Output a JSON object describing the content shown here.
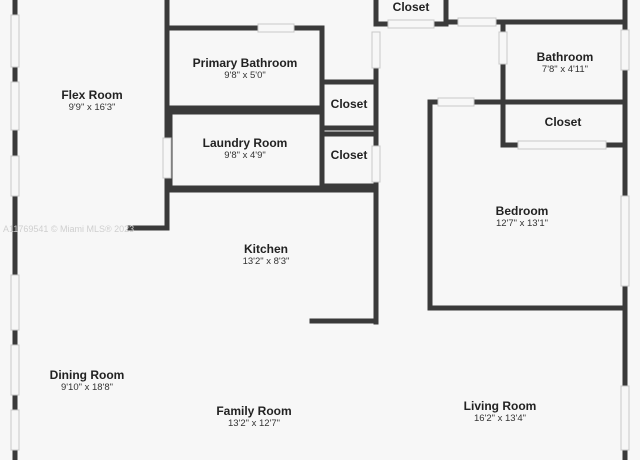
{
  "watermark": "A11769541 © Miami MLS® 2023",
  "rooms": {
    "closet_top": {
      "name": "Closet"
    },
    "primary_bathroom": {
      "name": "Primary Bathroom",
      "dims": "9'8\" x 5'0\""
    },
    "bathroom": {
      "name": "Bathroom",
      "dims": "7'8\" x 4'11\""
    },
    "flex_room": {
      "name": "Flex Room",
      "dims": "9'9\" x 16'3\""
    },
    "closet_mid": {
      "name": "Closet"
    },
    "closet_right": {
      "name": "Closet"
    },
    "laundry_room": {
      "name": "Laundry Room",
      "dims": "9'8\" x 4'9\""
    },
    "closet_low": {
      "name": "Closet"
    },
    "bedroom": {
      "name": "Bedroom",
      "dims": "12'7\" x 13'1\""
    },
    "kitchen": {
      "name": "Kitchen",
      "dims": "13'2\" x 8'3\""
    },
    "dining_room": {
      "name": "Dining Room",
      "dims": "9'10\" x 18'8\""
    },
    "family_room": {
      "name": "Family Room",
      "dims": "13'2\" x 12'7\""
    },
    "living_room": {
      "name": "Living Room",
      "dims": "16'2\" x 13'4\""
    }
  }
}
